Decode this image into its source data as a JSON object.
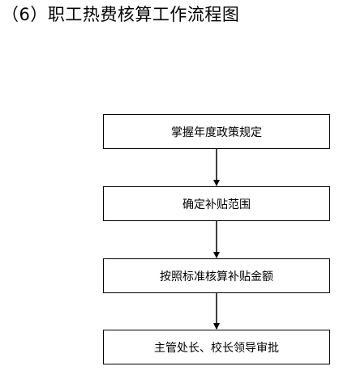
{
  "title": "（6）职工热费核算工作流程图",
  "steps": [
    "掌握年度政策规定",
    "确定补贴范围",
    "按照标准核算补贴金额",
    "主管处长、校长领导审批"
  ]
}
